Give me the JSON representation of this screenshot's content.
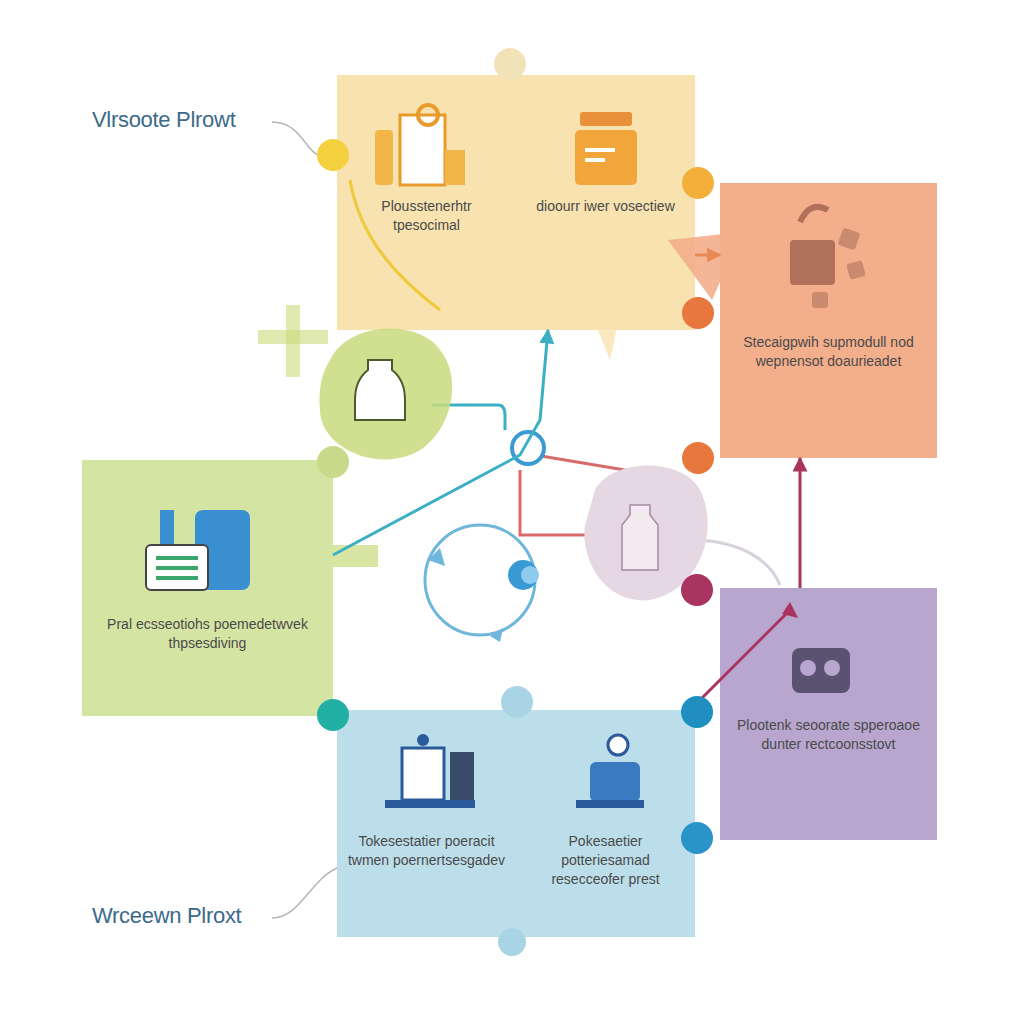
{
  "diagram": {
    "nodes": [
      {
        "text": [
          "Plousstenerhtr tpesocimal",
          "dioourr iwer vosectiew"
        ]
      },
      {
        "text": [
          "Stecaigpwih supmodull nod wepnensot doaurieadet"
        ]
      },
      {
        "text": [
          "Pral ecsseotiohs poemedetwvek thpsesdiving"
        ]
      },
      {
        "text": [
          "Tokesestatier poeracit twmen poernertsesgadev",
          "Pokesaetier potteriesamad resecceofer prest"
        ]
      },
      {
        "text": [
          "Plootenk seoorate spperoaoe dunter rectcoonsstovt"
        ]
      }
    ],
    "edges": [
      {
        "from": 0,
        "to": 1,
        "arrow": "to"
      },
      {
        "from": 2,
        "to": 0,
        "arrow": "to"
      },
      {
        "from": 4,
        "to": 1,
        "arrow": "to"
      }
    ],
    "labels": [
      "Vlrsoote Plrowt",
      "Wrceewn Plroxt"
    ]
  }
}
